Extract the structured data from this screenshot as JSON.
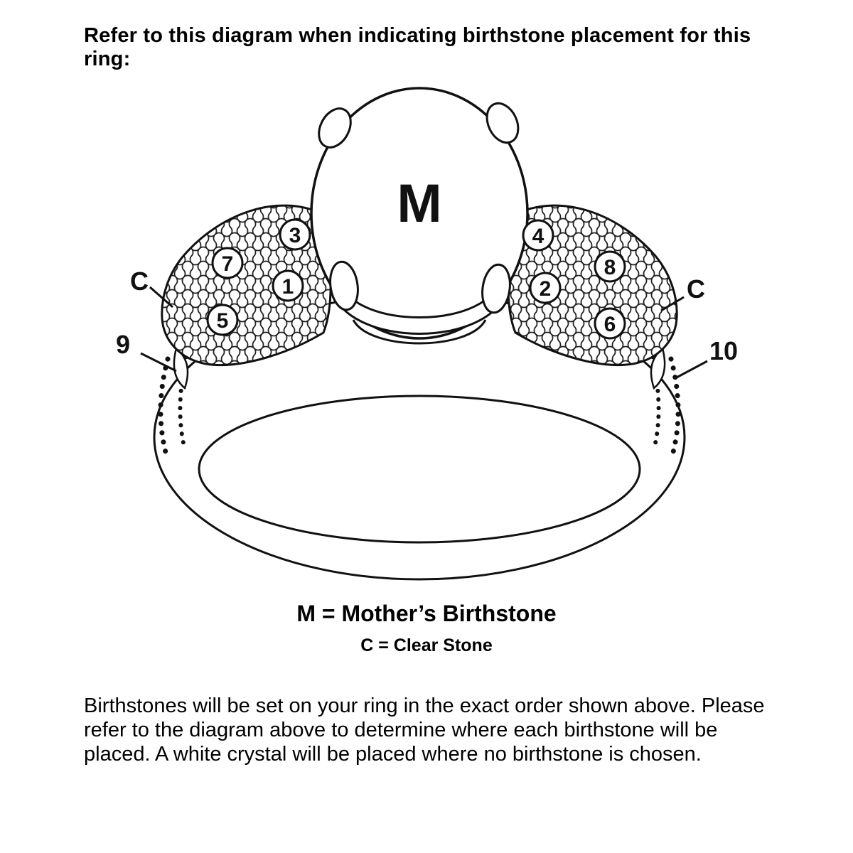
{
  "header": {
    "instruction": "Refer to this diagram when indicating birthstone placement for this ring:"
  },
  "diagram": {
    "center_stone_label": "M",
    "stone_positions": [
      "1",
      "2",
      "3",
      "4",
      "5",
      "6",
      "7",
      "8"
    ],
    "outer_labels": {
      "left_clear": "C",
      "right_clear": "C",
      "position_9": "9",
      "position_10": "10"
    }
  },
  "legend": {
    "mother_line": "M = Mother’s Birthstone",
    "clear_line": "C = Clear Stone"
  },
  "notes": {
    "paragraph": "Birthstones will be set on your ring in the exact order shown above. Please refer to the diagram above to determine where each birthstone will be placed. A white crystal will be placed where no birthstone is chosen."
  },
  "colors": {
    "line": "#111111",
    "background": "#ffffff"
  }
}
